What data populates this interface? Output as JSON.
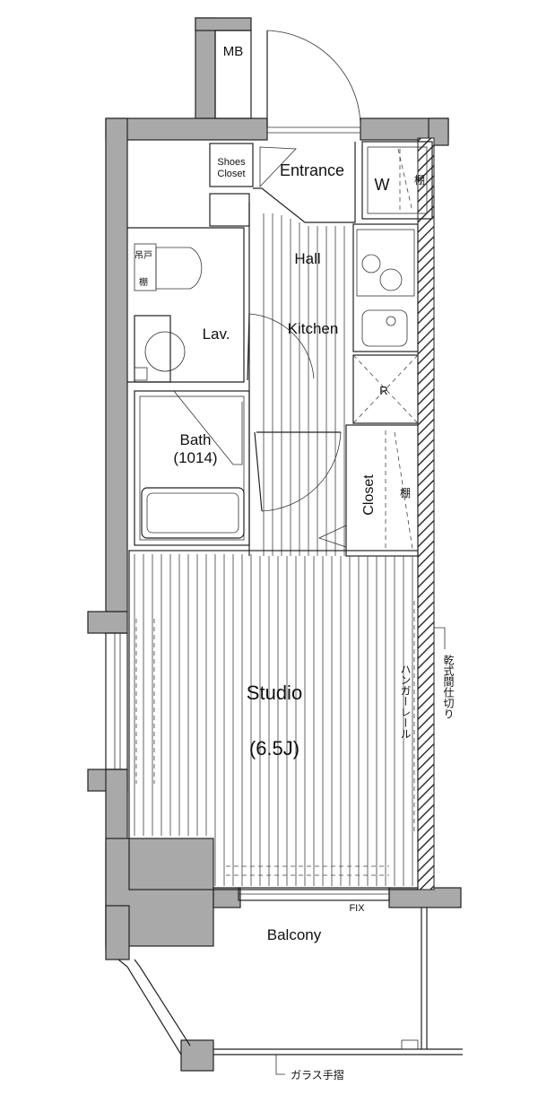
{
  "rooms": {
    "mb": "MB",
    "shoes_closet_line1": "Shoes",
    "shoes_closet_line2": "Closet",
    "entrance": "Entrance",
    "washer": "W",
    "shelf_top": "棚",
    "hall": "Hall",
    "hanging_shelf_line1": "吊戸",
    "hanging_shelf_line2": "棚",
    "lavatory": "Lav.",
    "kitchen": "Kitchen",
    "refrigerator": "R",
    "bath": "Bath",
    "bath_size": "(1014)",
    "closet": "Closet",
    "shelf_closet": "棚",
    "studio": "Studio",
    "studio_size": "(6.5J)",
    "hanger_rail": "ハンガーレール",
    "dry_partition": "乾式間仕切り",
    "fix_window": "FIX",
    "balcony": "Balcony",
    "glass_handrail": "ガラス手摺"
  }
}
